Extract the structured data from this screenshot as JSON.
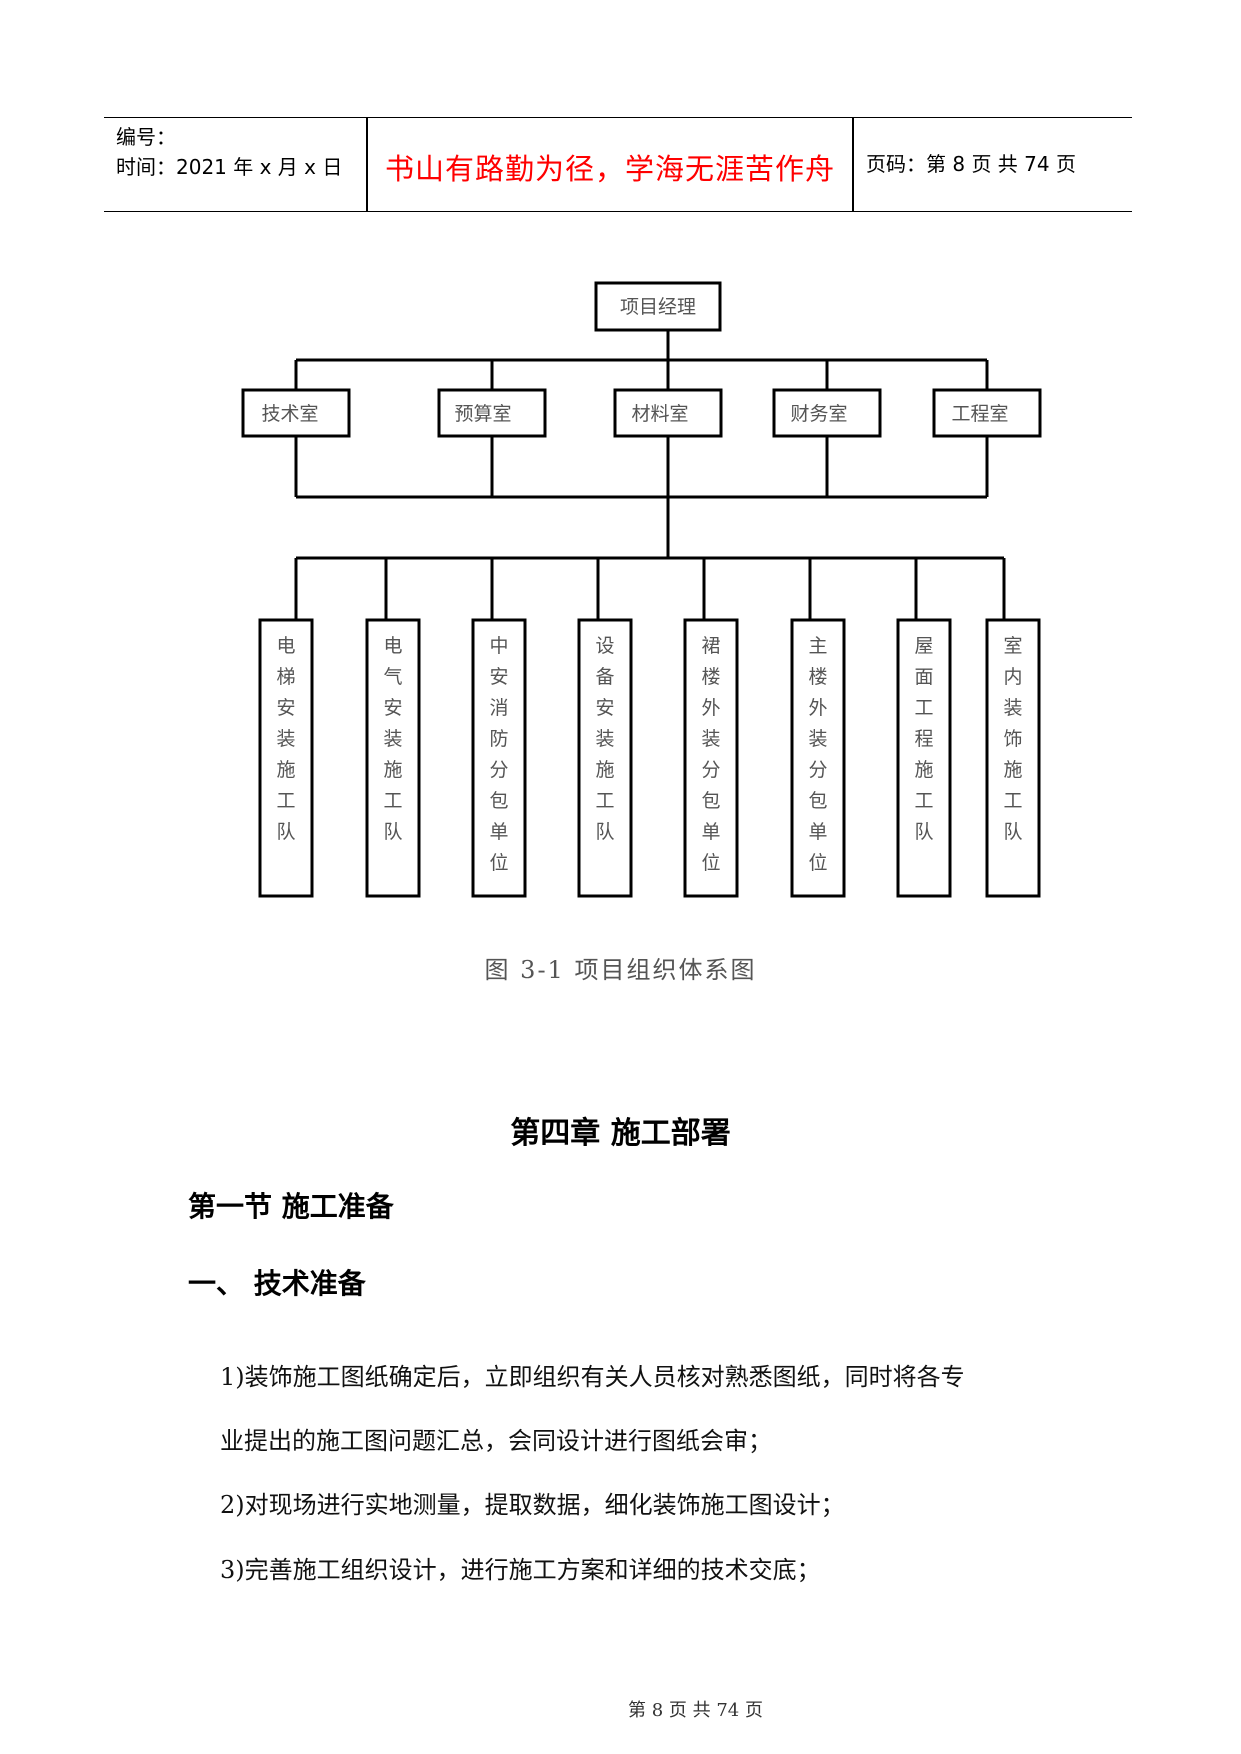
{
  "header": {
    "number_label": "编号：",
    "time_label": "时间：2021 年 x 月 x 日",
    "motto": "书山有路勤为径，学海无涯苦作舟",
    "page_label": "页码：第 8 页  共 74 页"
  },
  "org_chart": {
    "top": "项目经理",
    "departments": [
      "技术室",
      "预算室",
      "材料室",
      "财务室",
      "工程室"
    ],
    "teams": [
      "电梯安装施工队",
      "电气安装施工队",
      "中安消防分包单位",
      "设备安装施工队",
      "裙楼外装分包单位",
      "主楼外装分包单位",
      "屋面工程施工队",
      "室内装饰施工队"
    ],
    "caption": "图 3-1    项目组织体系图"
  },
  "content": {
    "chapter_title": "第四章  施工部署",
    "section_title": "第一节  施工准备",
    "subsection_title": "一、   技术准备",
    "para1_line1": "1)装饰施工图纸确定后，立即组织有关人员核对熟悉图纸，同时将各专",
    "para1_line2": "业提出的施工图问题汇总，会同设计进行图纸会审；",
    "para2": "2)对现场进行实地测量，提取数据，细化装饰施工图设计；",
    "para3": "3)完善施工组织设计，进行施工方案和详细的技术交底；"
  },
  "footer": {
    "text": "第  8  页  共  74  页"
  }
}
